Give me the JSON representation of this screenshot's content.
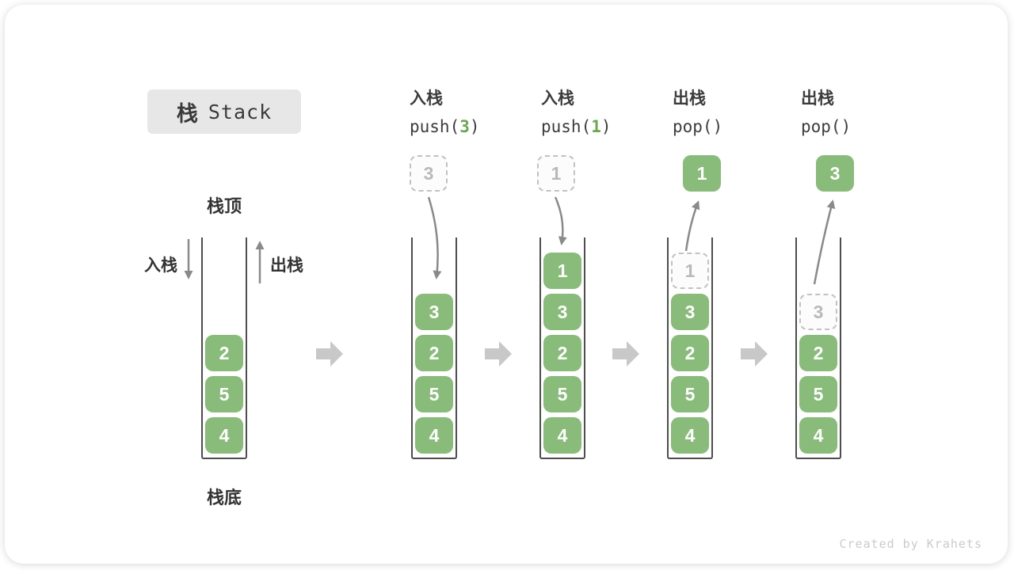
{
  "title": {
    "zh": "栈",
    "en": "Stack"
  },
  "labels": {
    "stack_top": "栈顶",
    "stack_bottom": "栈底",
    "push_side": "入栈",
    "pop_side": "出栈"
  },
  "operations": [
    {
      "zh": "入栈",
      "code_prefix": "push(",
      "arg": "3",
      "code_suffix": ")"
    },
    {
      "zh": "入栈",
      "code_prefix": "push(",
      "arg": "1",
      "code_suffix": ")"
    },
    {
      "zh": "出栈",
      "code_prefix": "pop(",
      "arg": "",
      "code_suffix": ")"
    },
    {
      "zh": "出栈",
      "code_prefix": "pop(",
      "arg": "",
      "code_suffix": ")"
    }
  ],
  "stacks": [
    {
      "items": [
        "2",
        "5",
        "4"
      ]
    },
    {
      "floating": {
        "value": "3",
        "style": "dashed"
      },
      "items": [
        "3",
        "2",
        "5",
        "4"
      ]
    },
    {
      "floating": {
        "value": "1",
        "style": "dashed"
      },
      "items": [
        "1",
        "3",
        "2",
        "5",
        "4"
      ]
    },
    {
      "floating": {
        "value": "1",
        "style": "solid"
      },
      "ghost": "1",
      "items": [
        "3",
        "2",
        "5",
        "4"
      ]
    },
    {
      "floating": {
        "value": "3",
        "style": "solid"
      },
      "ghost": "3",
      "items": [
        "2",
        "5",
        "4"
      ]
    }
  ],
  "watermark": "Created by Krahets",
  "colors": {
    "item_green": "#89bc7b",
    "arg_green": "#6aa84f",
    "arrow_gray": "#8a8a8a",
    "block_arrow_gray": "#c8c8c8",
    "dashed_gray": "#c2c2c2",
    "title_bg": "#e7e7e7",
    "text_dark": "#3c3c3c"
  }
}
